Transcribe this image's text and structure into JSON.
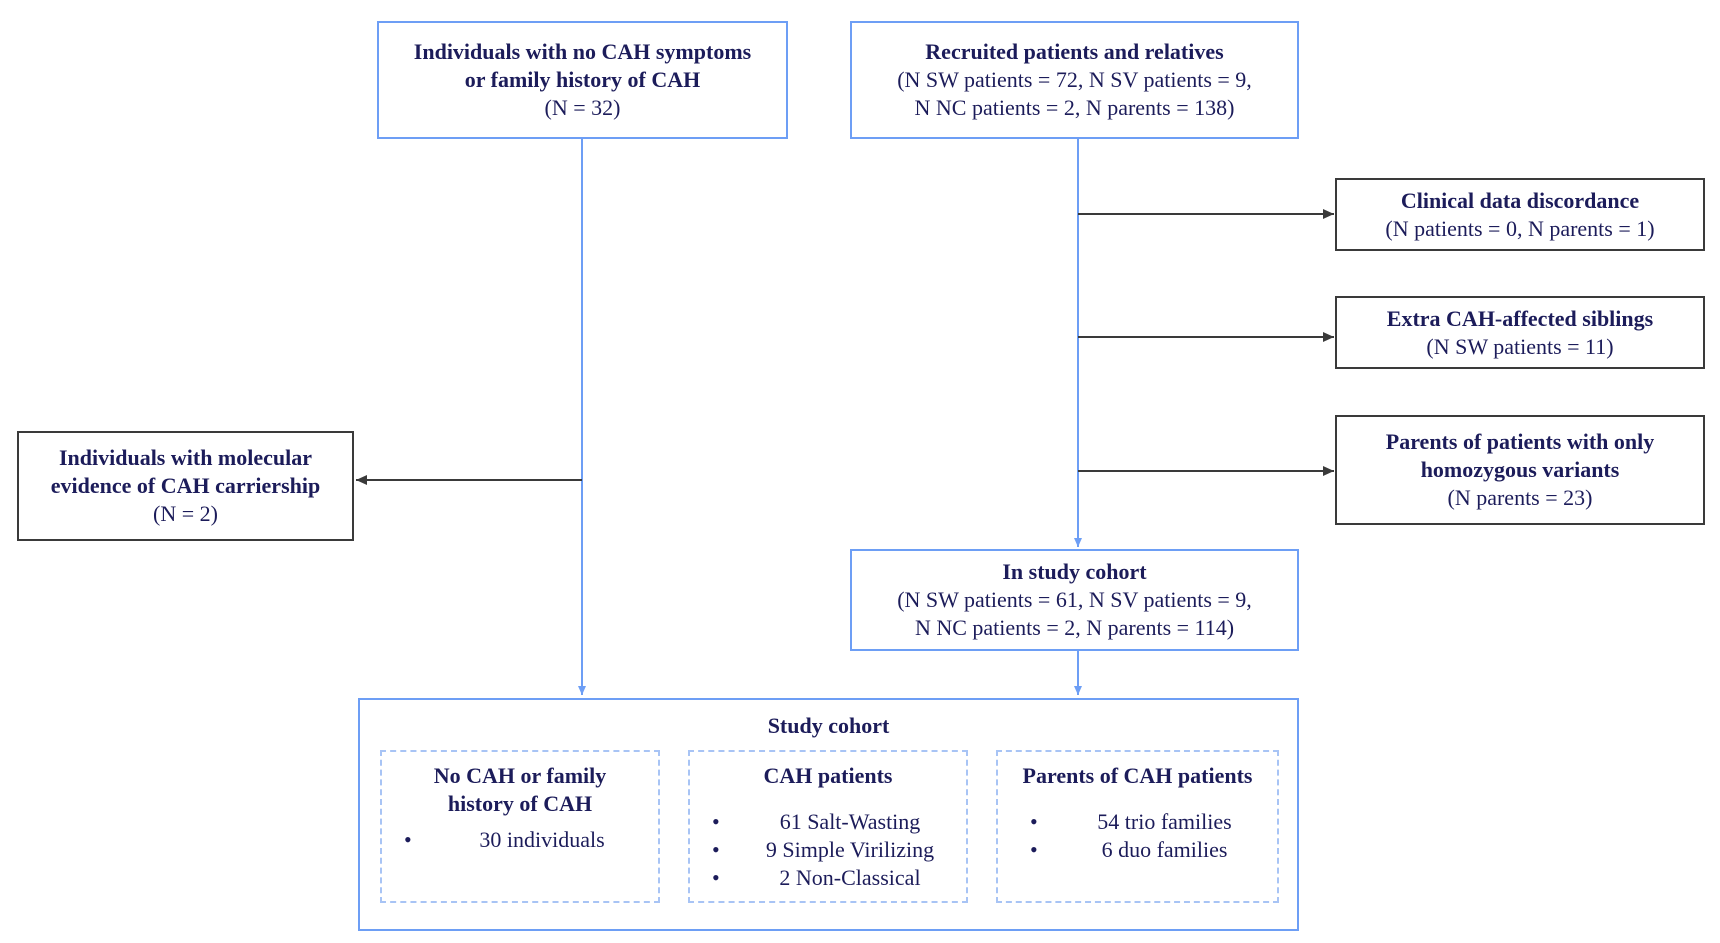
{
  "top_left": {
    "title": [
      "Individuals with no CAH symptoms",
      "or family history of CAH"
    ],
    "count": "(N = 32)"
  },
  "top_right": {
    "title": "Recruited patients and relatives",
    "lines": [
      "(N SW patients = 72, N SV patients = 9,",
      "N NC patients = 2, N parents = 138)"
    ]
  },
  "exclusions": [
    {
      "title": [
        "Clinical data discordance"
      ],
      "detail": [
        "(N patients = 0, N parents = 1)"
      ]
    },
    {
      "title": [
        "Extra CAH-affected siblings"
      ],
      "detail": [
        "(N SW patients = 11)"
      ]
    },
    {
      "title": [
        "Parents of patients with only",
        "homozygous variants"
      ],
      "detail": [
        "(N parents = 23)"
      ]
    }
  ],
  "carrier_exclusion": {
    "title": [
      "Individuals with molecular",
      "evidence of CAH carriership"
    ],
    "count": "(N = 2)"
  },
  "in_study": {
    "title": "In study cohort",
    "lines": [
      "(N SW patients = 61, N SV patients = 9,",
      "N NC patients = 2, N parents = 114)"
    ]
  },
  "study_cohort": {
    "title": "Study cohort",
    "groups": [
      {
        "title": [
          "No CAH or family",
          "history of CAH"
        ],
        "items": [
          "30 individuals"
        ]
      },
      {
        "title": [
          "CAH patients"
        ],
        "items": [
          "61 Salt-Wasting",
          "9 Simple Virilizing",
          "2 Non-Classical"
        ]
      },
      {
        "title": [
          "Parents of CAH patients"
        ],
        "items": [
          "54 trio families",
          "6 duo families"
        ]
      }
    ]
  },
  "colors": {
    "flow_line": "#6d9ef5",
    "exclusion_line": "#3a3a3a",
    "text": "#1c1c5a"
  }
}
